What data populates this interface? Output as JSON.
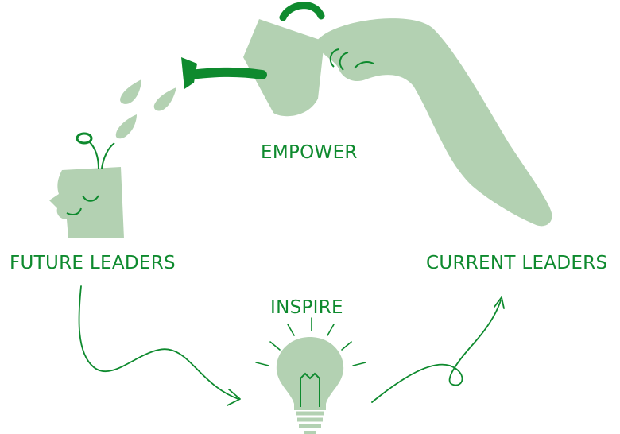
{
  "diagram": {
    "labels": {
      "empower": "EMPOWER",
      "future_leaders": "FUTURE LEADERS",
      "current_leaders": "CURRENT LEADERS",
      "inspire": "INSPIRE"
    },
    "colors": {
      "accent_green": "#0e8a2e",
      "light_green": "#b3d1b2"
    },
    "icons": [
      "hand-icon",
      "watering-can-icon",
      "water-drop-icon",
      "head-with-sprout-icon",
      "lightbulb-icon",
      "arrow-icon"
    ]
  }
}
